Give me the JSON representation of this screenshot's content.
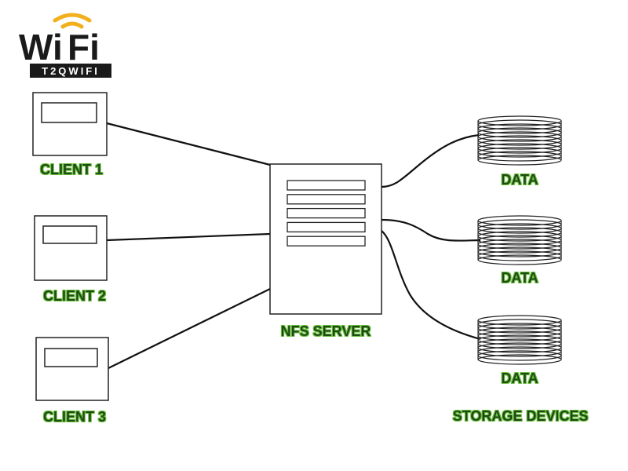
{
  "logo": {
    "word_left": "Wi",
    "word_right": "Fi",
    "tagline": "T2QWIFI",
    "colors": {
      "dark": "#1a1a1a",
      "accent": "#f2b01e",
      "tag_bg": "#1a1a1a",
      "tag_text": "#ffffff"
    }
  },
  "clients": [
    {
      "label": "CLIENT 1"
    },
    {
      "label": "CLIENT 2"
    },
    {
      "label": "CLIENT 3"
    }
  ],
  "server": {
    "label": "NFS SERVER",
    "slot_count": 5
  },
  "storage": {
    "group_label": "STORAGE DEVICES",
    "devices": [
      {
        "label": "DATA"
      },
      {
        "label": "DATA"
      },
      {
        "label": "DATA"
      }
    ]
  },
  "colors": {
    "label_text": "#1d4a12",
    "label_shadow": "#6cbf3c",
    "line": "#111111",
    "box_border": "#222222"
  }
}
